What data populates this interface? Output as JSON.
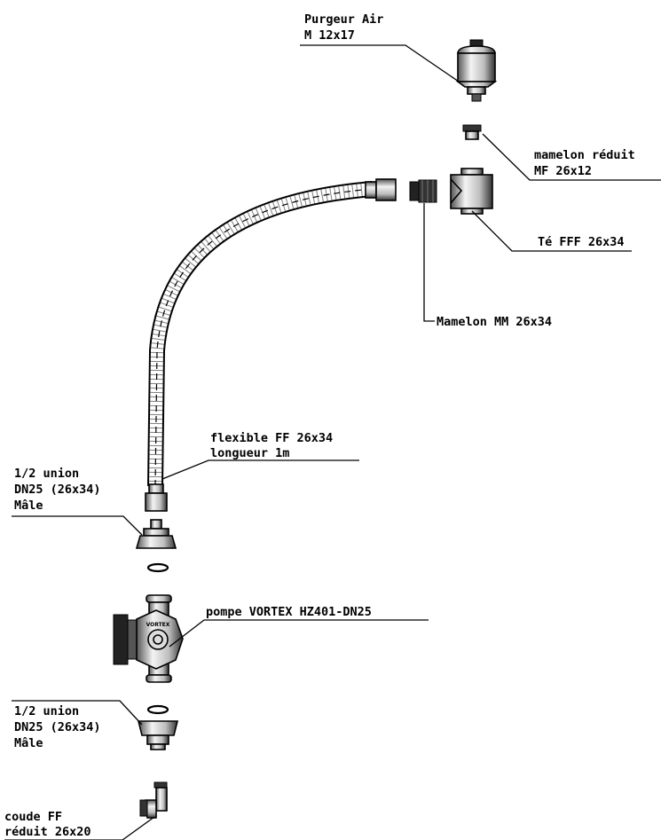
{
  "labels": {
    "purgeur": [
      "Purgeur Air",
      "M 12x17"
    ],
    "mamelon_reduit": [
      "mamelon réduit",
      "MF 26x12"
    ],
    "te": [
      "Té FFF 26x34"
    ],
    "mamelon_mm": [
      "Mamelon MM 26x34"
    ],
    "flexible": [
      "flexible FF 26x34",
      "longueur 1m"
    ],
    "union_top": [
      "1/2 union",
      "DN25 (26x34)",
      "Mâle"
    ],
    "pompe": [
      "pompe VORTEX HZ401-DN25"
    ],
    "pump_brand": "VORTEX",
    "union_bottom": [
      "1/2 union",
      "DN25 (26x34)",
      "Mâle"
    ],
    "coude": [
      "coude FF",
      "réduit 26x20"
    ]
  }
}
